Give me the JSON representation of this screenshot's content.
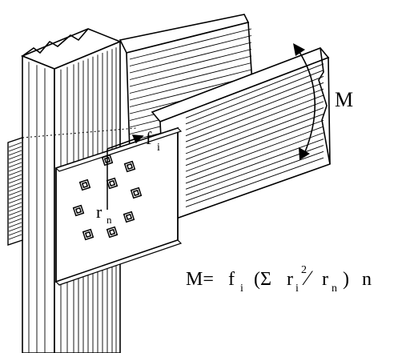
{
  "labels": {
    "moment": "M",
    "force": "f",
    "force_sub": "i",
    "radius": "r",
    "radius_sub": "n"
  },
  "formula": {
    "lhs": "M=",
    "f": "f",
    "f_sub": "i",
    "open": "(Σ",
    "r": "r",
    "r_sub": "i",
    "r_sup": "2",
    "slash": "⁄",
    "r2": "r",
    "r2_sub": "n",
    "close": ")",
    "n": "n"
  },
  "colors": {
    "ink": "#000000",
    "paper": "#ffffff"
  },
  "bolts": {
    "count": 9
  }
}
